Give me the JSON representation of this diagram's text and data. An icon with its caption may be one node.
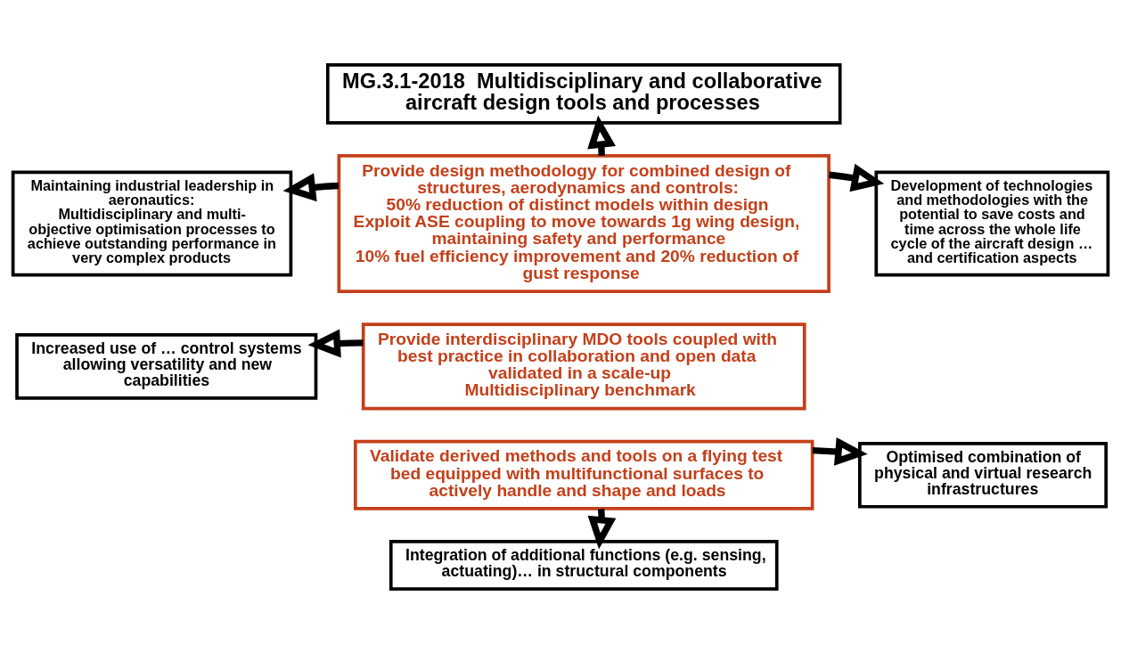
{
  "diagram": {
    "nodes": [
      {
        "text": [
          "MG.3.1-2018  Multidisciplinary and collaborative aircraft design tools and processes"
        ]
      },
      {
        "text": [
          "Maintaining industrial leadership in aeronautics:",
          "Multidisciplinary and multi-objective optimisation processes to achieve outstanding performance in very complex products"
        ]
      },
      {
        "text": [
          "Provide design methodology for combined design of structures, aerodynamics and controls:",
          "50% reduction of distinct models within design",
          "Exploit ASE coupling to move towards 1g wing design, maintaining safety and performance",
          "10% fuel efficiency improvement and 20% reduction of gust response"
        ]
      },
      {
        "text": [
          "Development of technologies and methodologies with the potential to save costs and time across the whole life cycle of the aircraft design … and certification aspects"
        ]
      },
      {
        "text": [
          "Increased use of … control systems allowing versatility and new capabilities"
        ]
      },
      {
        "text": [
          "Provide interdisciplinary MDO tools coupled with best practice in collaboration and open data validated in a scale-up",
          "Multidisciplinary benchmark"
        ]
      },
      {
        "text": [
          "Validate derived methods and tools on a flying test bed equipped with multifunctional surfaces to actively handle and shape and loads"
        ]
      },
      {
        "text": [
          "Optimised combination of physical and virtual research infrastructures"
        ]
      },
      {
        "text": [
          "Integration of additional functions (e.g. sensing, actuating)… in structural components"
        ]
      }
    ],
    "edges": [
      {
        "from": 2,
        "to": 0,
        "arrow": "to"
      },
      {
        "from": 2,
        "to": 1,
        "arrow": "to"
      },
      {
        "from": 2,
        "to": 3,
        "arrow": "to"
      },
      {
        "from": 5,
        "to": 4,
        "arrow": "to"
      },
      {
        "from": 6,
        "to": 7,
        "arrow": "to"
      },
      {
        "from": 6,
        "to": 8,
        "arrow": "to"
      }
    ]
  }
}
